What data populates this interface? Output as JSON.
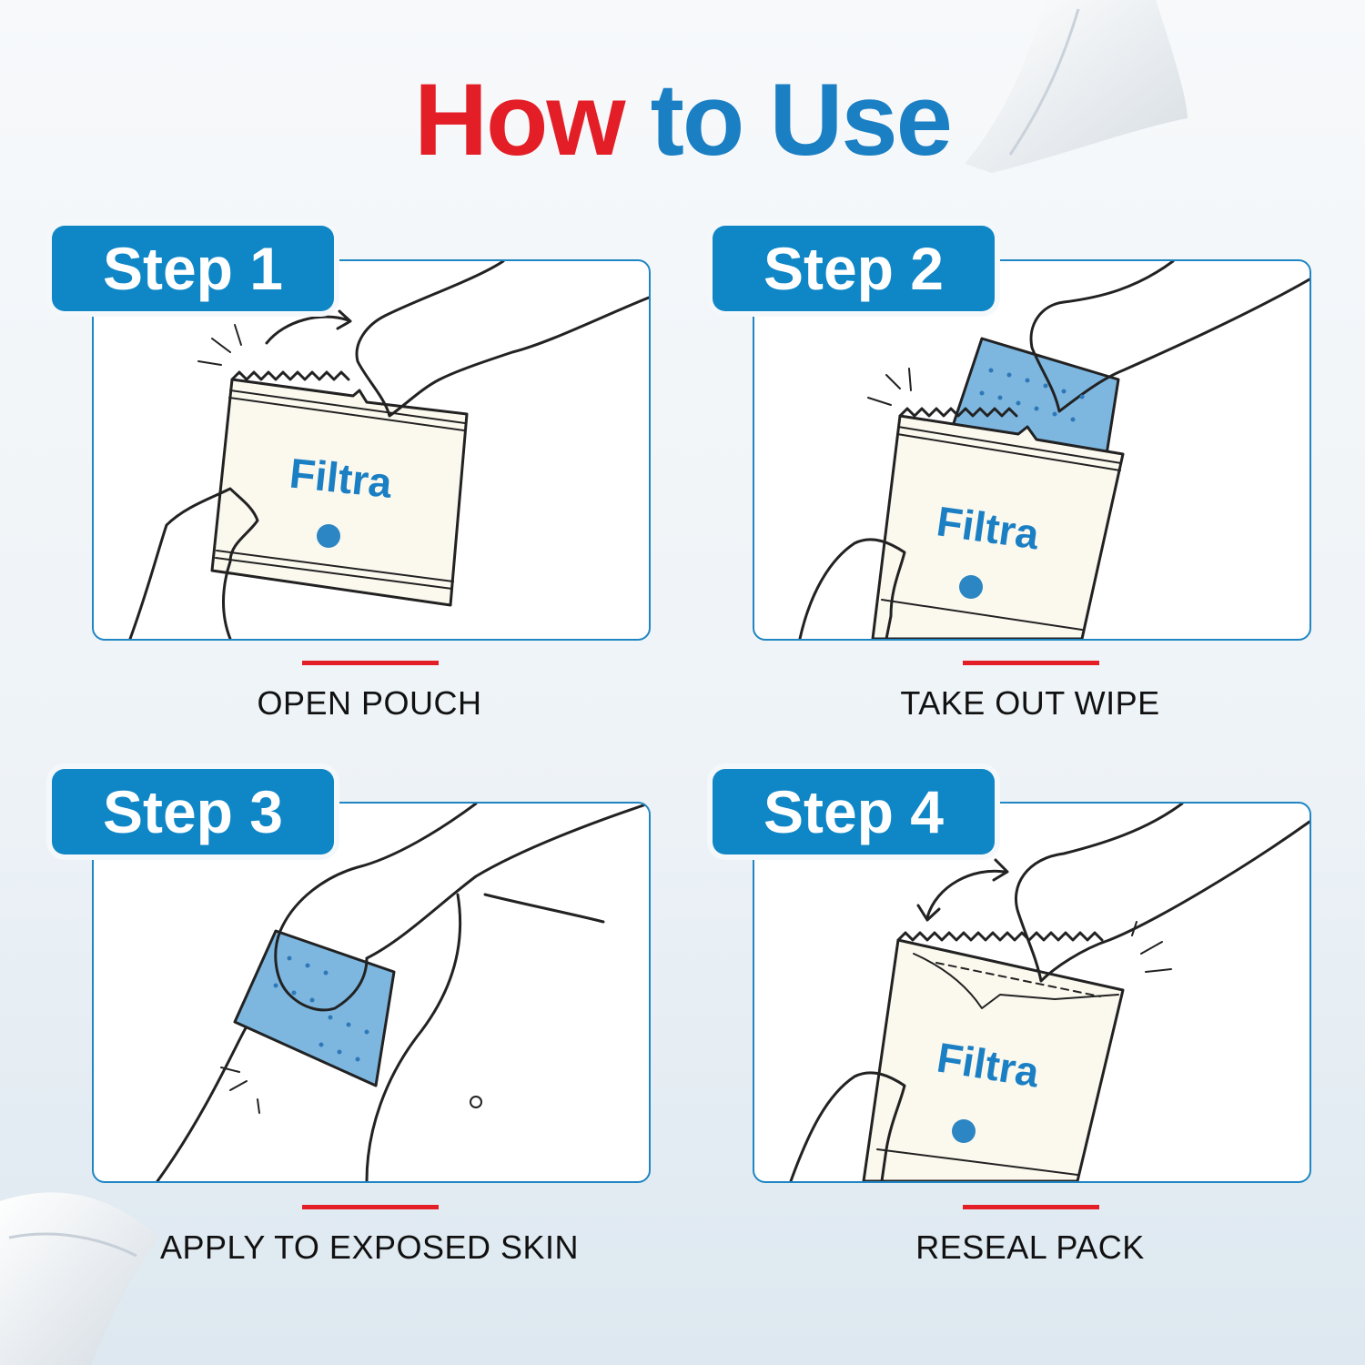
{
  "title": {
    "part1": "How",
    "part2": "to Use"
  },
  "brand": "Filtra",
  "steps": [
    {
      "label": "Step 1",
      "caption": "OPEN POUCH"
    },
    {
      "label": "Step 2",
      "caption": "TAKE OUT WIPE"
    },
    {
      "label": "Step 3",
      "caption": "APPLY TO EXPOSED SKIN"
    },
    {
      "label": "Step 4",
      "caption": "RESEAL PACK"
    }
  ],
  "colors": {
    "accent_red": "#e31e26",
    "accent_blue": "#1b7fc4",
    "badge_blue": "#0f86c6",
    "panel_border": "#1f86c3",
    "wipe_blue": "#6fb0dd",
    "pouch_cream": "#fbf8ee"
  },
  "icons": [
    "hand-icon",
    "pouch-icon",
    "wipe-icon",
    "arrow-icon",
    "leg-icon"
  ]
}
